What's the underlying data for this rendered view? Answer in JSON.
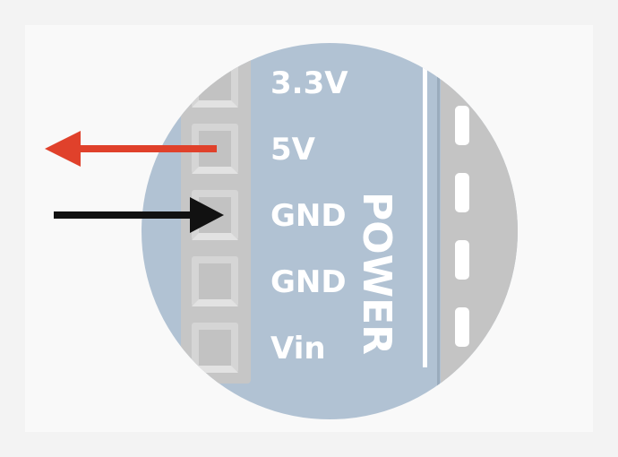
{
  "header": {
    "title": "POWER"
  },
  "pins": [
    {
      "label": "3.3V"
    },
    {
      "label": "5V"
    },
    {
      "label": "GND"
    },
    {
      "label": "GND"
    },
    {
      "label": "Vin"
    }
  ],
  "arrows": [
    {
      "pin": "5V",
      "direction": "out",
      "color": "#e0412b"
    },
    {
      "pin": "GND",
      "direction": "in",
      "color": "#111111"
    }
  ],
  "colors": {
    "background": "#f3f3f3",
    "board": "#b1c2d3",
    "header_block": "#c9c9c9",
    "header_shadow": "#b4b4b4",
    "pin_slot": "#d7d7d7",
    "label": "#ffffff"
  }
}
